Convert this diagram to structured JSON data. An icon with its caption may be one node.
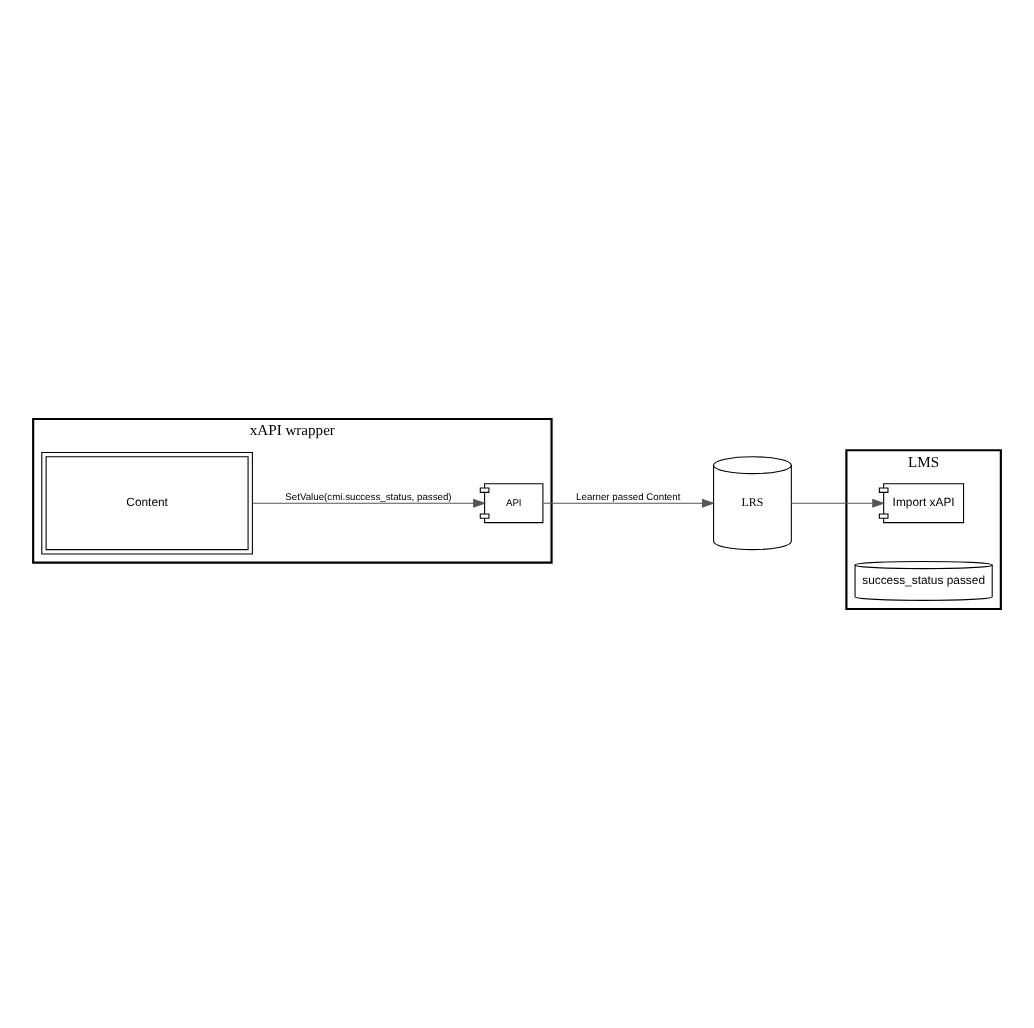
{
  "diagram": {
    "nodes": [
      {
        "text": [
          "LMS"
        ]
      },
      {
        "text": [
          "Import xAPI"
        ],
        "in": 0
      },
      {
        "text": [
          "success_status passed"
        ],
        "in": 0
      },
      {
        "text": [
          "LRS"
        ]
      },
      {
        "text": [
          "xAPI wrapper"
        ]
      },
      {
        "text": [
          "API"
        ],
        "in": 4
      },
      {
        "text": [
          "Content"
        ],
        "in": 4
      }
    ],
    "edges": [
      {
        "from": 3,
        "to": 1,
        "arrow": "to"
      },
      {
        "from": 5,
        "to": 3,
        "arrow": "to",
        "label": "Learner passed Content"
      },
      {
        "from": 6,
        "to": 5,
        "arrow": "to",
        "label": "SetValue(cmi.success_status, passed)"
      }
    ]
  }
}
